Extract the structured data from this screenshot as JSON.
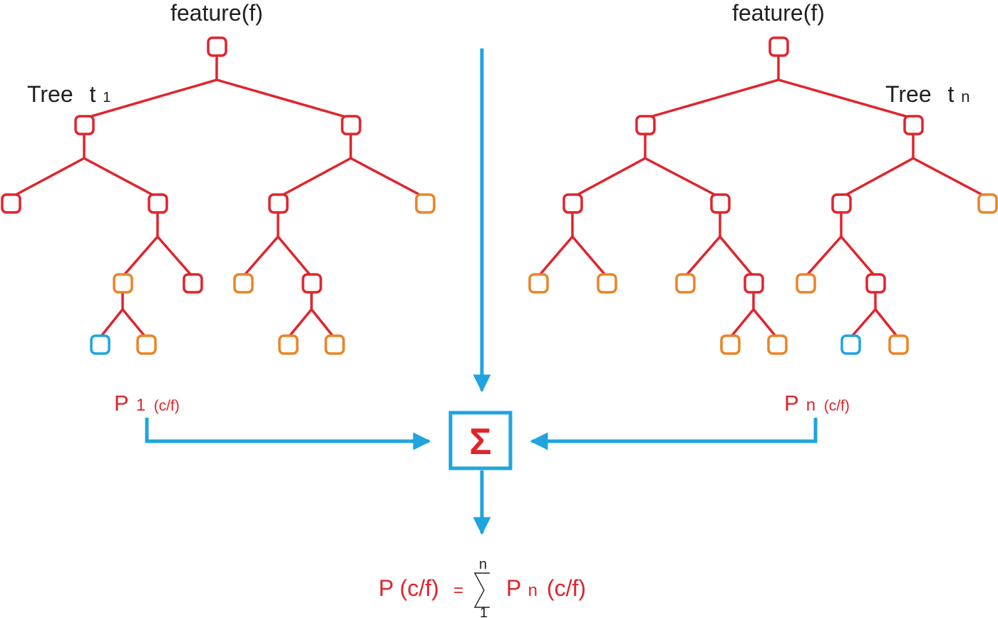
{
  "colors": {
    "red": "#e0242c",
    "orange": "#ea8426",
    "blue": "#1fa4e0",
    "black": "#231f20",
    "white": "#ffffff"
  },
  "left_tree": {
    "feature_label": "feature(f)",
    "tree_label": "Tree",
    "tree_sub": "1",
    "prob_main": "P",
    "prob_sub": "1",
    "prob_arg": "(c/f)"
  },
  "right_tree": {
    "feature_label": "feature(f)",
    "tree_label": "Tree",
    "tree_sub": "n",
    "prob_main": "P",
    "prob_sub": "n",
    "prob_arg": "(c/f)"
  },
  "aggregator": {
    "symbol": "Σ",
    "icon": "sigma-icon"
  },
  "formula": {
    "lhs": "P (c/f)",
    "equals": "=",
    "sum_upper": "n",
    "sum_lower": "1",
    "rhs_main": "P",
    "rhs_sub": "n",
    "rhs_arg": "(c/f)"
  }
}
